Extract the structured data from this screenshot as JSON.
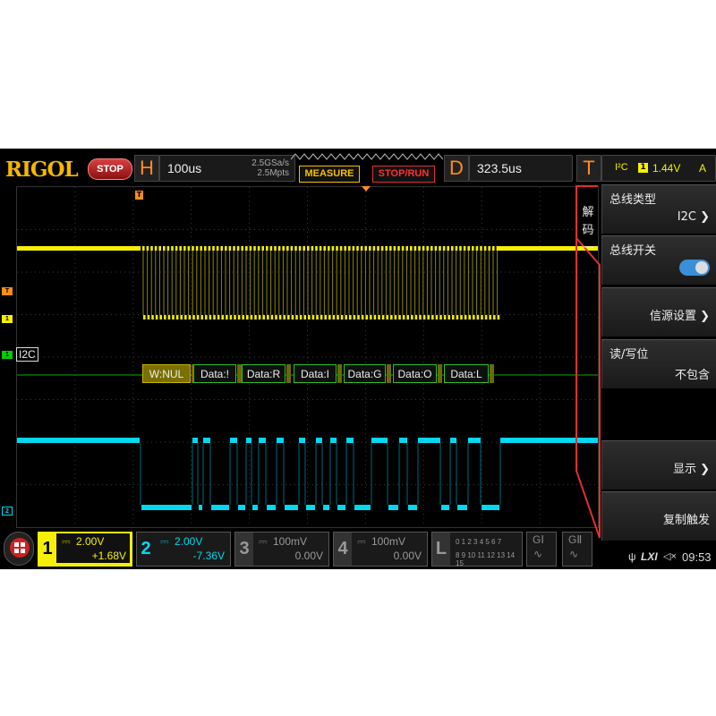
{
  "brand": "RIGOL",
  "run_state": "STOP",
  "horizontal": {
    "letter": "H",
    "scale": "100us",
    "sample_rate": "2.5GSa/s",
    "memory_depth": "2.5Mpts"
  },
  "buttons": {
    "measure": "MEASURE",
    "stop_run": "STOP/RUN"
  },
  "delay": {
    "letter": "D",
    "value": "323.5us"
  },
  "trigger": {
    "letter": "T",
    "type": "I²C",
    "source": "1",
    "level": "1.44V",
    "mode": "A"
  },
  "decode": {
    "bus_label": "I2C",
    "packets": [
      "W:NUL",
      "Data:!",
      "Data:R",
      "Data:I",
      "Data:G",
      "Data:O",
      "Data:L"
    ]
  },
  "markers": {
    "ch1": "1",
    "ch2": "2",
    "bus": "1",
    "trig": "T"
  },
  "menu": {
    "side_label": [
      "解",
      "码",
      "一"
    ],
    "items": [
      {
        "title": "总线类型",
        "value": "I2C"
      },
      {
        "title": "总线开关",
        "value": ""
      },
      {
        "title": "",
        "value": "信源设置"
      },
      {
        "title": "读/写位",
        "value": "不包含"
      },
      {
        "title": "",
        "value": "显示"
      },
      {
        "title": "",
        "value": "复制触发"
      }
    ],
    "toggle_on": true
  },
  "channels": [
    {
      "num": "1",
      "scale": "2.00V",
      "offset": "+1.68V",
      "color": "#f5f000"
    },
    {
      "num": "2",
      "scale": "2.00V",
      "offset": "-7.36V",
      "color": "#00d8f0"
    },
    {
      "num": "3",
      "scale": "100mV",
      "offset": "0.00V",
      "color": "#888888"
    },
    {
      "num": "4",
      "scale": "100mV",
      "offset": "0.00V",
      "color": "#888888"
    }
  ],
  "logic": {
    "letter": "L",
    "row1": "0 1 2 3  4  5  6 7",
    "row2": "8 9 10 11 12 13 14 15"
  },
  "generators": [
    "GⅠ",
    "GⅡ"
  ],
  "status": {
    "usb": "ψ",
    "lxi": "LXI",
    "speaker": "◁×",
    "time": "09:53"
  }
}
